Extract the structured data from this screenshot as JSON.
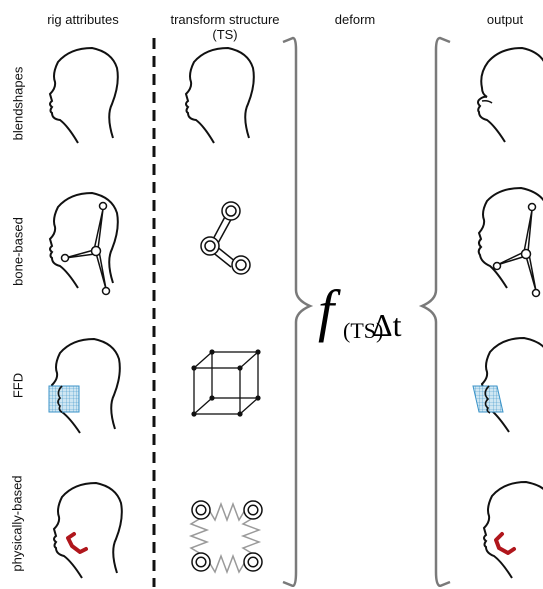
{
  "columns": {
    "rig_attributes": "rig attributes",
    "transform_structure": "transform structure (TS)",
    "deform": "deform",
    "output": "output"
  },
  "rows": [
    {
      "label": "blendshapes"
    },
    {
      "label": "bone-based"
    },
    {
      "label": "FFD"
    },
    {
      "label": "physically-based"
    }
  ],
  "formula": {
    "symbol": "f",
    "subscript": "(TS)",
    "delta": "Δt"
  },
  "colors": {
    "stroke": "#111111",
    "lattice": "#3b93c8",
    "lattice_fill": "#cfe6f2",
    "muscle": "#b0161c",
    "spring": "#9a9a9a",
    "brace": "#7a7a7a"
  }
}
